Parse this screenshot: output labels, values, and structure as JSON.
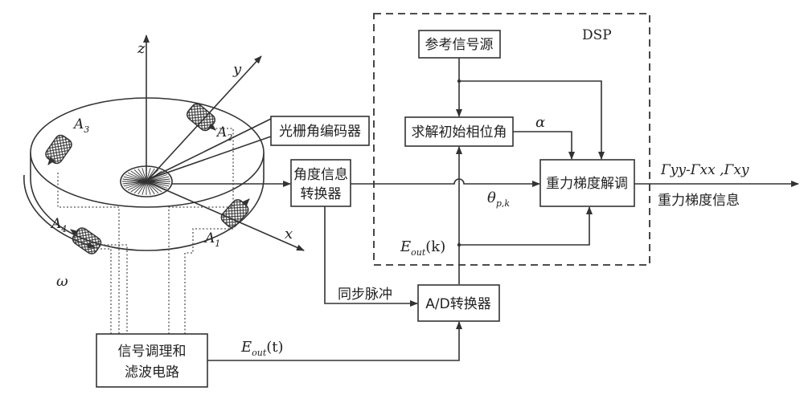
{
  "dsp_label": "DSP",
  "blocks": {
    "reference_source": "参考信号源",
    "initial_phase": "求解初始相位角",
    "angle_converter_line1": "角度信息",
    "angle_converter_line2": "转换器",
    "encoder": "光栅角编码器",
    "gravity_demod": "重力梯度解调",
    "ad_converter": "A/D转换器",
    "conditioner_line1": "信号调理和",
    "conditioner_line2": "滤波电路"
  },
  "labels": {
    "alpha": "α",
    "theta": "θ",
    "theta_sub": "p,k",
    "e_out_k": "E",
    "e_out_k_sub": "out",
    "e_out_k_arg": "(k)",
    "e_out_t": "E",
    "e_out_t_sub": "out",
    "e_out_t_arg": "(t)",
    "sync_pulse": "同步脉冲",
    "gravity_info": "重力梯度信息",
    "gamma_output": "Γyy-Γxx ,Γxy",
    "omega": "ω"
  },
  "axes": {
    "x": "x",
    "y": "y",
    "z": "z"
  },
  "accelerometers": [
    {
      "name": "A",
      "index": "1"
    },
    {
      "name": "A",
      "index": "2"
    },
    {
      "name": "A",
      "index": "3"
    },
    {
      "name": "A",
      "index": "4"
    }
  ]
}
